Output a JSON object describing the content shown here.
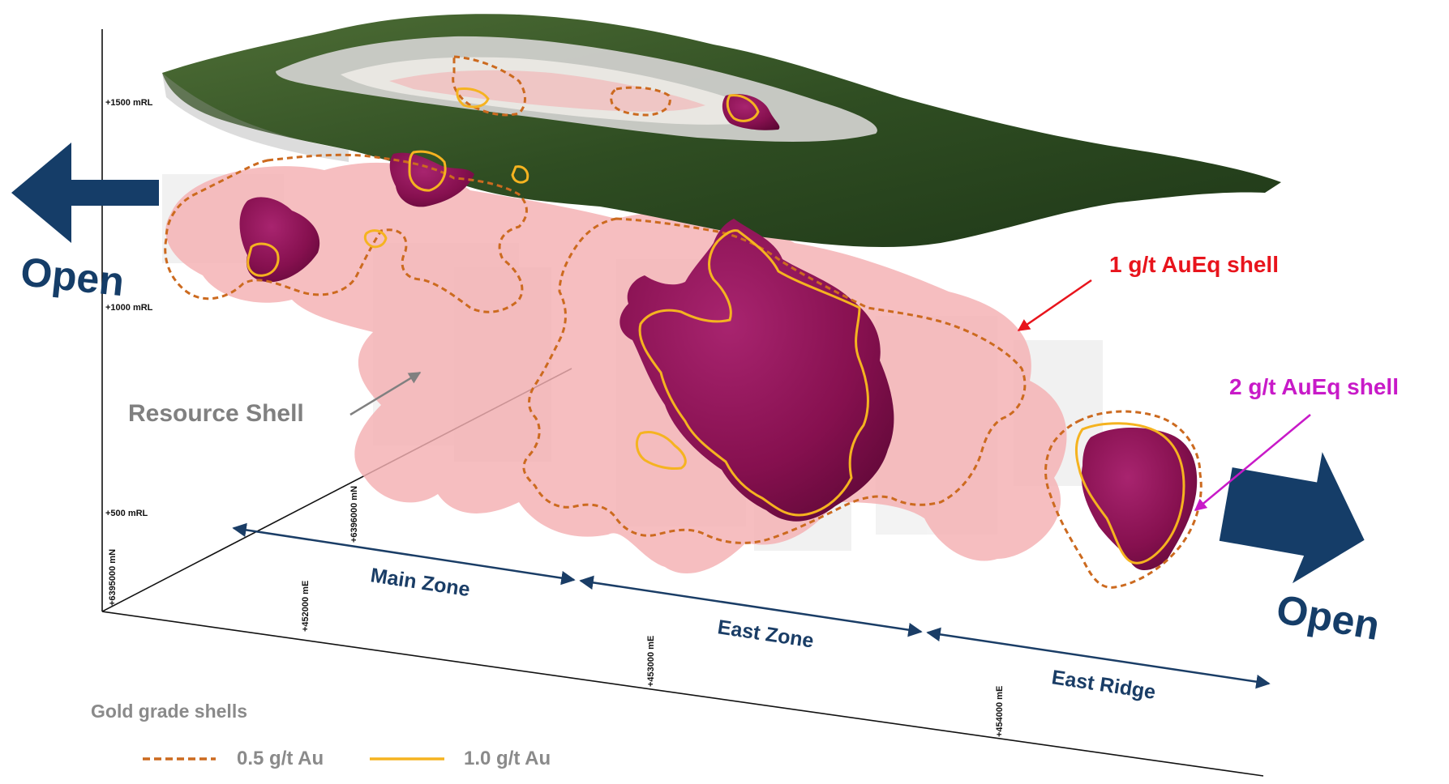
{
  "axes": {
    "rl_labels": [
      "+1500 mRL",
      "+1000 mRL",
      "+500 mRL"
    ],
    "north_labels": [
      "+6395000 mN",
      "+6396000 mN"
    ],
    "east_labels": [
      "+452000 mE",
      "+453000 mE",
      "+454000 mE"
    ]
  },
  "zones": [
    "Main Zone",
    "East Zone",
    "East Ridge"
  ],
  "open_left": "Open",
  "open_right": "Open",
  "callouts": {
    "resource_shell": "Resource Shell",
    "shell_1g": "1 g/t AuEq shell",
    "shell_2g": "2 g/t AuEq shell"
  },
  "legend": {
    "title": "Gold grade shells",
    "items": [
      {
        "label": "0.5 g/t Au",
        "style": "dashed",
        "color": "#cc6a1f"
      },
      {
        "label": "1.0 g/t Au",
        "style": "solid",
        "color": "#f5b320"
      }
    ]
  },
  "colors": {
    "open_arrow": "#153d68",
    "zone_arrow": "#1a3d66",
    "shell_1g": "#f4b0b2",
    "shell_2g": "#8e0f5a",
    "callout_red": "#e8141c",
    "callout_magenta": "#c81ac8",
    "terrain": "#3a5a2a"
  }
}
